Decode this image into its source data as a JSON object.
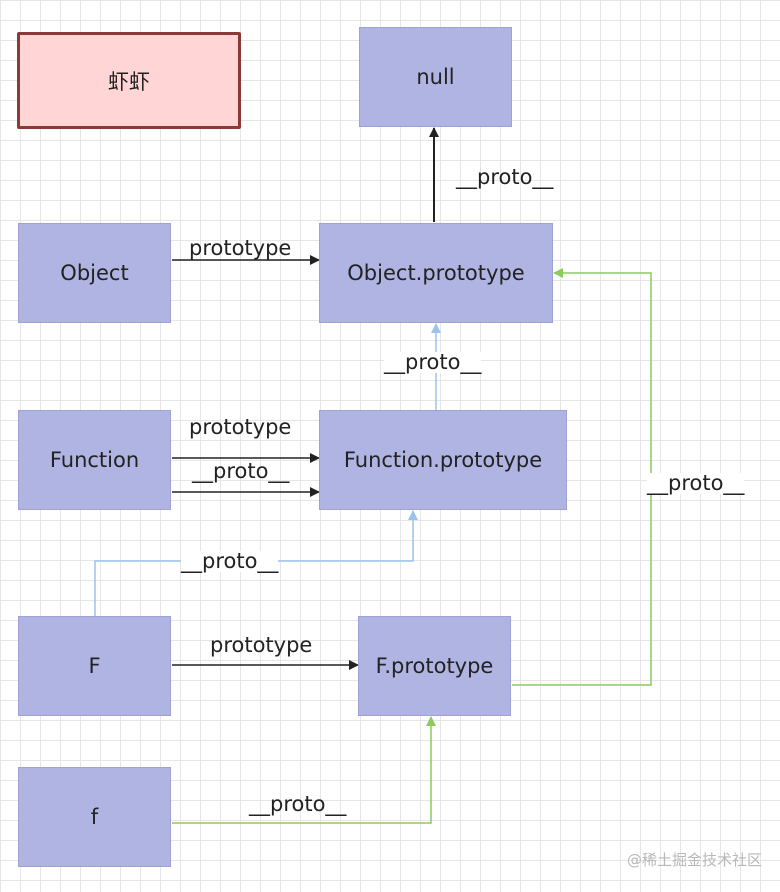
{
  "colors": {
    "node_fill": "#b0b4e2",
    "title_fill": "#ffd5d5",
    "title_border": "#8b3a3a",
    "black_edge": "#222222",
    "blue_edge": "#9cc2ee",
    "green_edge": "#8ccb5e"
  },
  "nodes": {
    "title": "虾虾",
    "null": "null",
    "object": "Object",
    "object_prototype": "Object.prototype",
    "function": "Function",
    "function_prototype": "Function.prototype",
    "f_upper": "F",
    "f_prototype": "F.prototype",
    "f_lower": "f"
  },
  "edges": {
    "object_prototype_to_null": "__proto__",
    "object_to_object_prototype": "prototype",
    "function_prototype_to_object_prototype": "__proto__",
    "function_to_function_prototype_prototype": "prototype",
    "function_to_function_prototype_proto": "__proto__",
    "f_prototype_to_object_prototype": "__proto__",
    "f_to_function_prototype": "__proto__",
    "f_to_f_prototype": "prototype",
    "f_lower_to_f_prototype": "__proto__"
  },
  "watermark": "@稀土掘金技术社区"
}
